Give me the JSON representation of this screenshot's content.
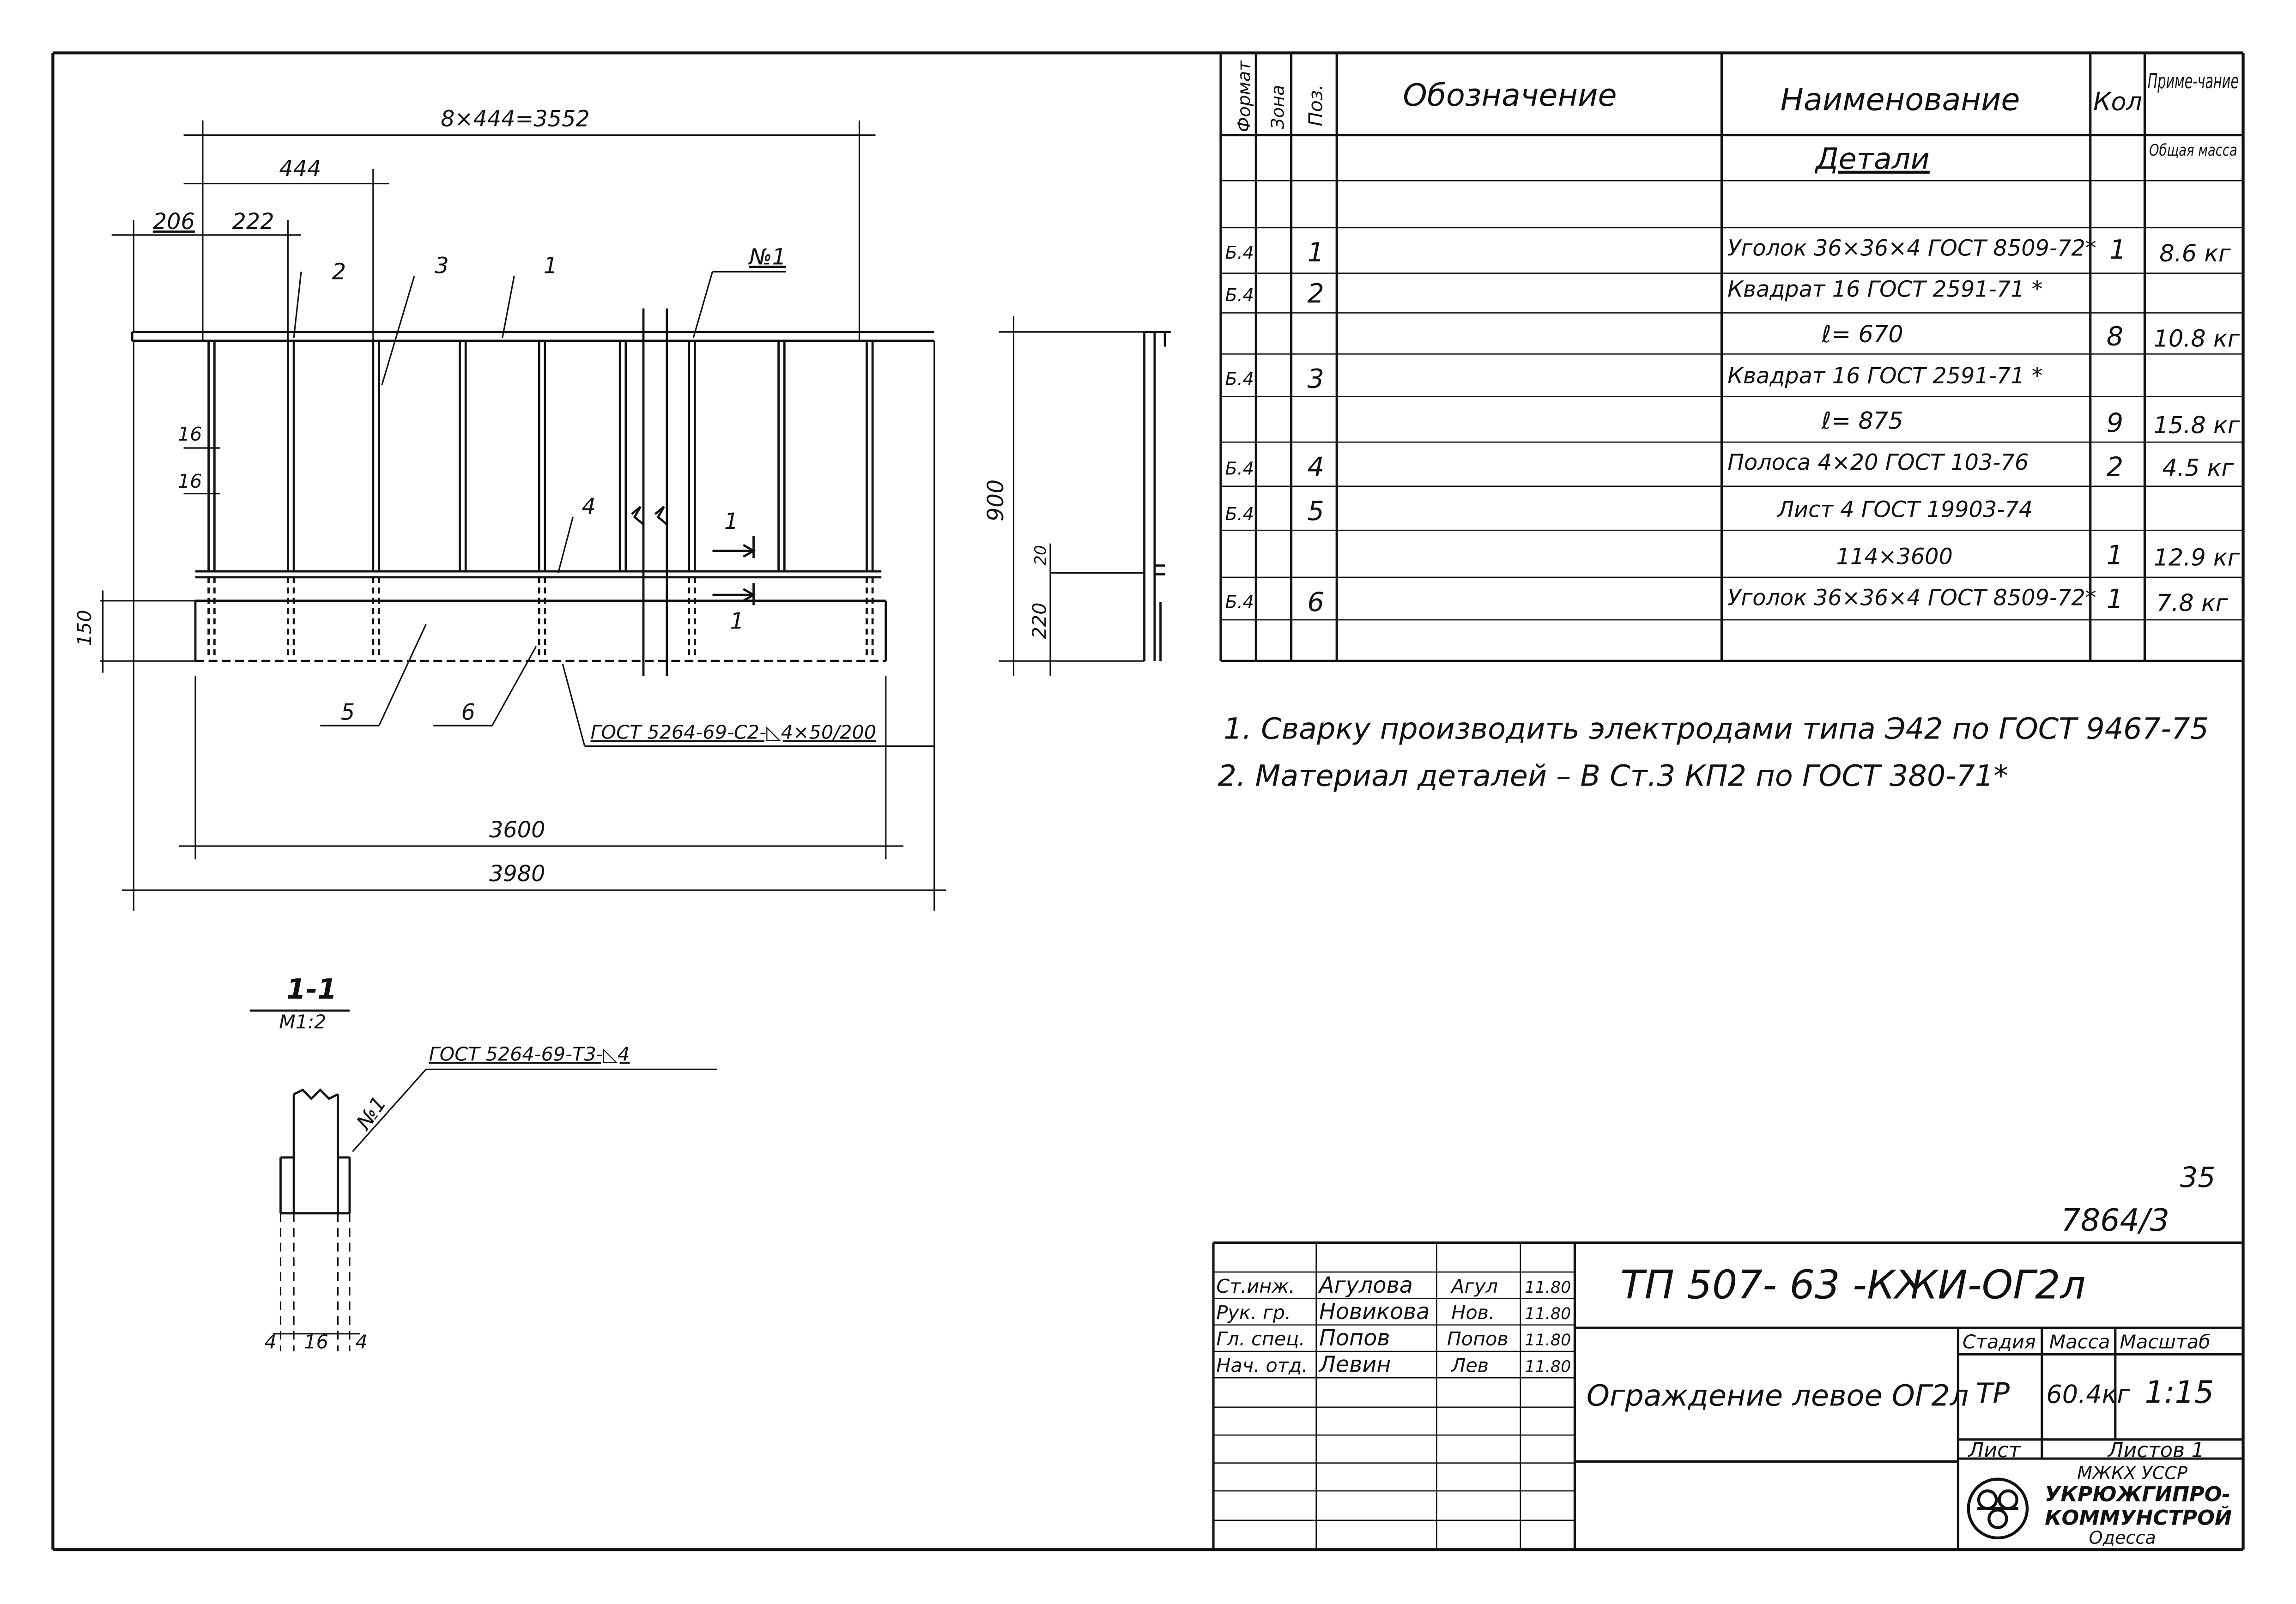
{
  "drawing": {
    "dim_top_total": "8×444=3552",
    "dim_444": "444",
    "dim_206": "206",
    "dim_222": "222",
    "dim_16a": "16",
    "dim_16b": "16",
    "dim_150": "150",
    "dim_3600": "3600",
    "dim_3980": "3980",
    "dim_900": "900",
    "dim_20": "20",
    "dim_220": "220",
    "pos_1": "1",
    "pos_2": "2",
    "pos_3": "3",
    "pos_4": "4",
    "pos_5": "5",
    "pos_6": "6",
    "weld_no1": "№1",
    "cut_1a": "1",
    "cut_1b": "1",
    "weld_note": "ГОСТ 5264-69-С2-◺4×50/200",
    "section_title": "1-1",
    "section_scale": "М1:2",
    "section_weld": "ГОСТ 5264-69-Т3-◺4",
    "section_no1": "№1",
    "sec_dim_4a": "4",
    "sec_dim_16": "16",
    "sec_dim_4b": "4"
  },
  "spec": {
    "headers": {
      "format": "Формат",
      "zone": "Зона",
      "pos": "Поз.",
      "designation": "Обозначение",
      "name": "Наименование",
      "qty": "Кол",
      "note": "Приме-чание"
    },
    "section_name": "Детали",
    "section_note": "Общая масса",
    "rows": [
      {
        "format": "Б.4",
        "pos": "1",
        "name": "Уголок 36×36×4 ГОСТ 8509-72*",
        "qty": "1",
        "note": "8.6 кг"
      },
      {
        "format": "Б.4",
        "pos": "2",
        "name": "Квадрат 16 ГОСТ 2591-71 *",
        "qty": "",
        "note": ""
      },
      {
        "format": "",
        "pos": "",
        "name": "ℓ= 670",
        "qty": "8",
        "note": "10.8 кг"
      },
      {
        "format": "Б.4",
        "pos": "3",
        "name": "Квадрат 16 ГОСТ 2591-71 *",
        "qty": "",
        "note": ""
      },
      {
        "format": "",
        "pos": "",
        "name": "ℓ= 875",
        "qty": "9",
        "note": "15.8 кг"
      },
      {
        "format": "Б.4",
        "pos": "4",
        "name": "Полоса 4×20 ГОСТ 103-76",
        "qty": "2",
        "note": "4.5 кг"
      },
      {
        "format": "Б.4",
        "pos": "5",
        "name": "Лист 4 ГОСТ 19903-74",
        "qty": "",
        "note": ""
      },
      {
        "format": "",
        "pos": "",
        "name": "114×3600",
        "qty": "1",
        "note": "12.9 кг"
      },
      {
        "format": "Б.4",
        "pos": "6",
        "name": "Уголок 36×36×4 ГОСТ 8509-72*",
        "qty": "1",
        "note": "7.8 кг"
      }
    ]
  },
  "notes": {
    "n1": "1. Сварку производить электродами типа Э42 по ГОСТ 9467-75",
    "n2": "2. Материал деталей – В Ст.3 КП2 по ГОСТ 380-71*"
  },
  "sheet_number": "35",
  "archive_number": "7864/3",
  "title_block": {
    "code": "ТП 507- 63 -КЖИ-ОГ2л",
    "title": "Ограждение левое ОГ2л",
    "stage_label": "Стадия",
    "mass_label": "Масса",
    "scale_label": "Масштаб",
    "stage": "ТР",
    "mass": "60.4кг",
    "scale": "1:15",
    "sheet_label": "Лист",
    "sheets_label": "Листов 1",
    "org_line1": "МЖКХ УССР",
    "org_line2": "УКРЮЖГИПРО-",
    "org_line3": "КОММУНСТРОЙ",
    "org_line4": "Одесса",
    "people": [
      {
        "role": "Ст.инж.",
        "name": "Агулова",
        "sign": "Агул",
        "date": "11.80"
      },
      {
        "role": "Рук. гр.",
        "name": "Новикова",
        "sign": "Нов.",
        "date": "11.80"
      },
      {
        "role": "Гл. спец.",
        "name": "Попов",
        "sign": "Попов",
        "date": "11.80"
      },
      {
        "role": "Нач. отд.",
        "name": "Левин",
        "sign": "Лев",
        "date": "11.80"
      }
    ]
  }
}
